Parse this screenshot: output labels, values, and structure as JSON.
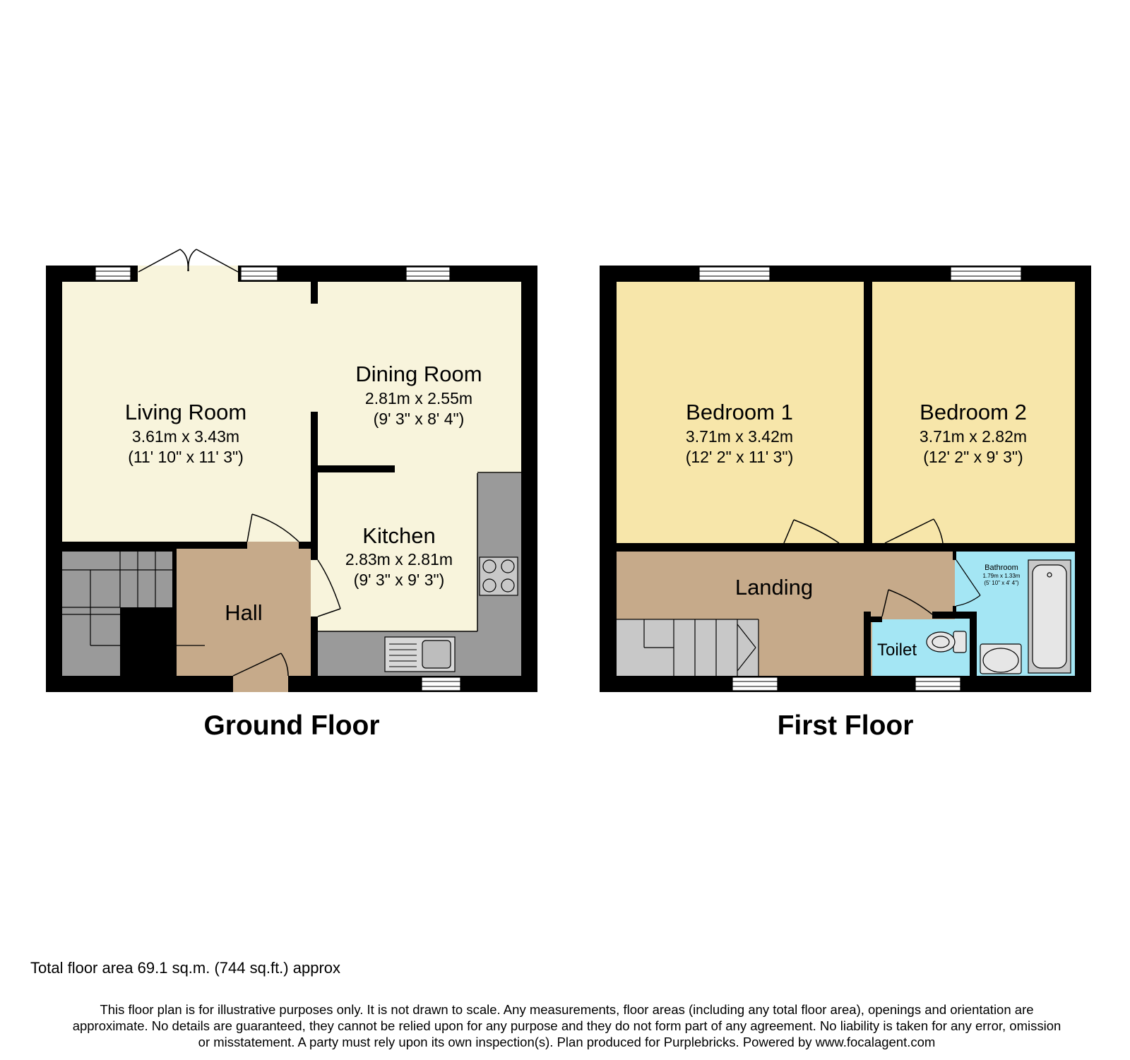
{
  "colors": {
    "wall": "#000000",
    "living": "#f8f4dc",
    "bedroom": "#f7e6aa",
    "hall": "#c6aa8a",
    "stairs": "#9a9a9a",
    "stairs_light": "#c8c8c8",
    "worktop": "#9a9a9a",
    "wet_room": "#a4e6f4",
    "window": "#ffffff"
  },
  "ground_floor": {
    "title": "Ground Floor",
    "rooms": {
      "living_room": {
        "name": "Living Room",
        "metric": "3.61m x 3.43m",
        "imperial": "(11' 10\" x 11' 3\")"
      },
      "dining_room": {
        "name": "Dining Room",
        "metric": "2.81m x 2.55m",
        "imperial": "(9' 3\" x 8' 4\")"
      },
      "kitchen": {
        "name": "Kitchen",
        "metric": "2.83m x 2.81m",
        "imperial": "(9' 3\" x 9' 3\")"
      },
      "hall": {
        "name": "Hall"
      }
    }
  },
  "first_floor": {
    "title": "First Floor",
    "rooms": {
      "bedroom_1": {
        "name": "Bedroom 1",
        "metric": "3.71m x 3.42m",
        "imperial": "(12' 2\" x 11' 3\")"
      },
      "bedroom_2": {
        "name": "Bedroom 2",
        "metric": "3.71m x 2.82m",
        "imperial": "(12' 2\" x 9' 3\")"
      },
      "landing": {
        "name": "Landing"
      },
      "toilet": {
        "name": "Toilet"
      },
      "bathroom": {
        "name": "Bathroom",
        "metric": "1.79m x 1.33m",
        "imperial": "(5' 10\" x 4' 4\")"
      }
    }
  },
  "footer": {
    "total_area": "Total floor area 69.1 sq.m. (744 sq.ft.) approx",
    "disclaimer_line1": "This floor plan is for illustrative purposes only. It is not drawn to scale. Any measurements, floor areas (including any total floor area), openings and orientation are",
    "disclaimer_line2": "approximate. No details are guaranteed, they cannot be relied upon for any purpose and they do not form part of any agreement. No liability is taken for any error, omission",
    "disclaimer_line3": "or misstatement. A party must rely upon its own inspection(s). Plan produced for Purplebricks. Powered by www.focalagent.com"
  }
}
